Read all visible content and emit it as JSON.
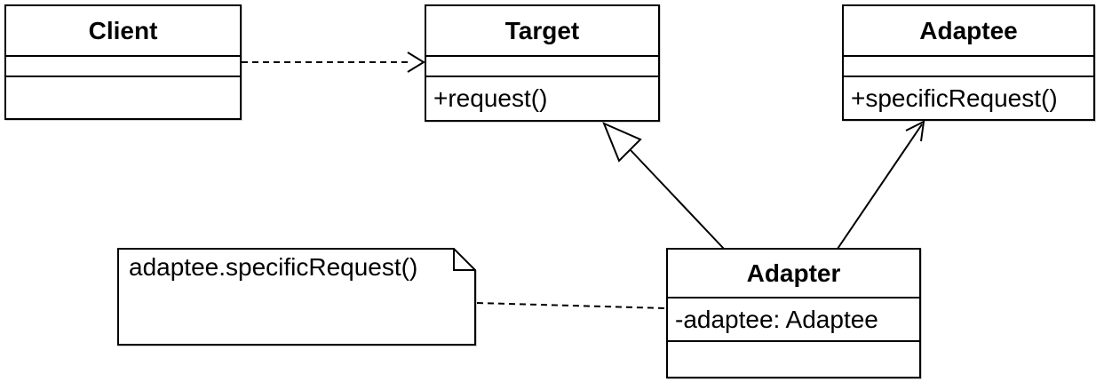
{
  "diagram_type": "uml-class-diagram",
  "classes": [
    {
      "name": "Client",
      "attribute": "",
      "method": ""
    },
    {
      "name": "Target",
      "attribute": "",
      "method": "+request()"
    },
    {
      "name": "Adaptee",
      "attribute": "",
      "method": "+specificRequest()"
    },
    {
      "name": "Adapter",
      "attribute": "-adaptee: Adaptee",
      "method": ""
    }
  ],
  "note": {
    "text": "adaptee.specificRequest()"
  },
  "connectors": [
    {
      "type": "dependency",
      "from": "Client",
      "to": "Target",
      "style": "dashed line, open arrowhead"
    },
    {
      "type": "generalization",
      "from": "Adapter",
      "to": "Target",
      "style": "solid line, hollow triangle arrowhead"
    },
    {
      "type": "association",
      "from": "Adapter",
      "to": "Adaptee",
      "style": "solid line, open arrowhead"
    },
    {
      "type": "note-anchor",
      "from": "note",
      "to": "Adapter",
      "style": "dashed line, no arrowhead"
    }
  ],
  "colors": {
    "stroke": "#000000",
    "shape_fill": "#ffffff",
    "background": "#ffffff",
    "text": "#000000"
  }
}
